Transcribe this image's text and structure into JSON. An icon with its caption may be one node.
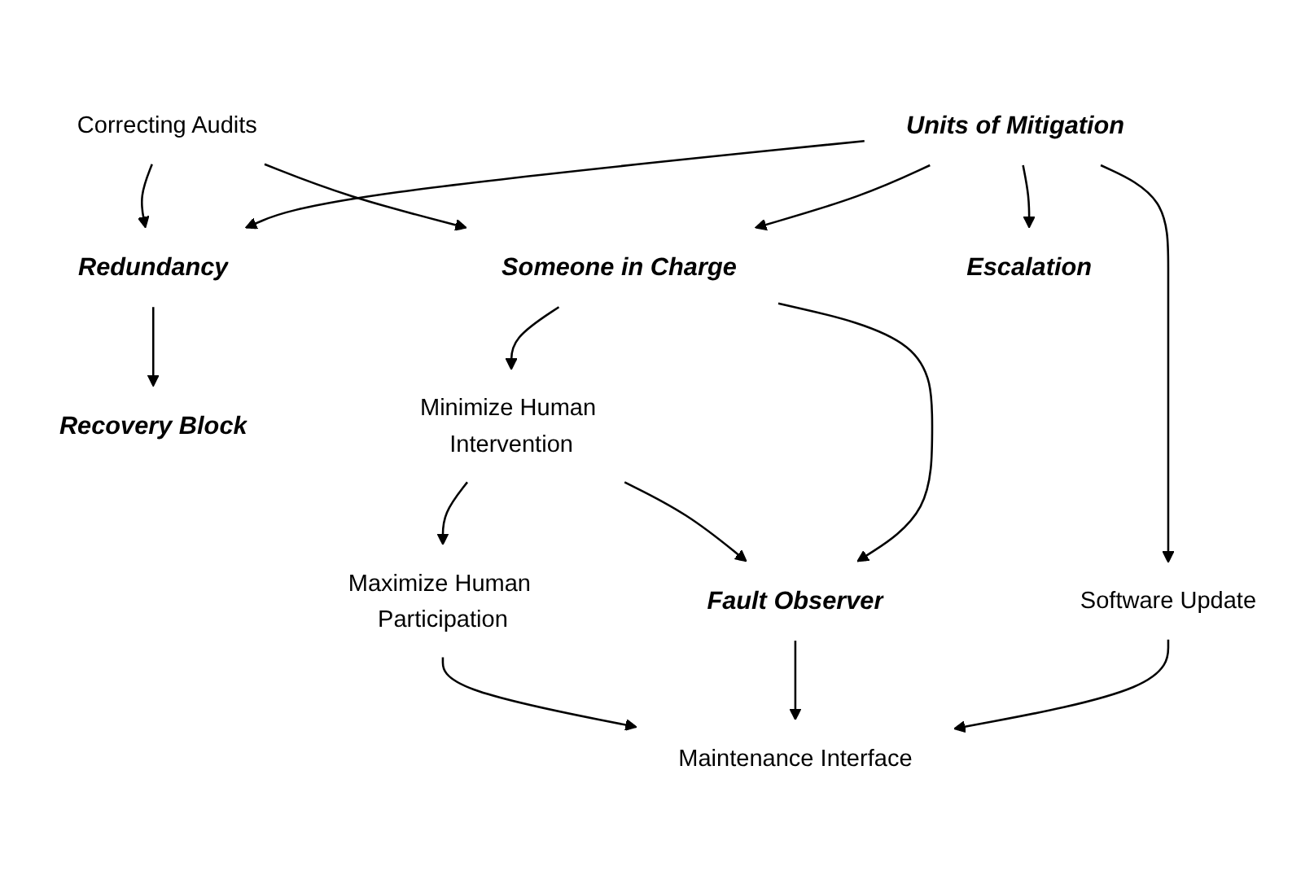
{
  "diagram": {
    "nodes": [
      {
        "text": [
          "Units of Mitigation"
        ]
      },
      {
        "text": [
          "Correcting Audits"
        ]
      },
      {
        "text": [
          "Redundancy"
        ]
      },
      {
        "text": [
          "Someone in Charge"
        ]
      },
      {
        "text": [
          "Recovery Block"
        ]
      },
      {
        "text": [
          "Escalation"
        ]
      },
      {
        "text": [
          "Minimize Human Intervention"
        ]
      },
      {
        "text": [
          "Software Update"
        ]
      },
      {
        "text": [
          "Fault Observer"
        ]
      },
      {
        "text": [
          "Maximize Human Participation"
        ]
      },
      {
        "text": [
          "Maintenance Interface"
        ]
      }
    ],
    "edges": [
      {
        "from": 0,
        "to": 2,
        "arrow": "to"
      },
      {
        "from": 0,
        "to": 5,
        "arrow": "to"
      },
      {
        "from": 0,
        "to": 3,
        "arrow": "to"
      },
      {
        "from": 0,
        "to": 7,
        "arrow": "to"
      },
      {
        "from": 1,
        "to": 2,
        "arrow": "to"
      },
      {
        "from": 1,
        "to": 3,
        "arrow": "to"
      },
      {
        "from": 2,
        "to": 4,
        "arrow": "to"
      },
      {
        "from": 3,
        "to": 8,
        "arrow": "to"
      },
      {
        "from": 3,
        "to": 6,
        "arrow": "to"
      },
      {
        "from": 6,
        "to": 8,
        "arrow": "to"
      },
      {
        "from": 6,
        "to": 9,
        "arrow": "to"
      },
      {
        "from": 7,
        "to": 10,
        "arrow": "to"
      },
      {
        "from": 8,
        "to": 10,
        "arrow": "to"
      },
      {
        "from": 9,
        "to": 10,
        "arrow": "to"
      }
    ]
  }
}
